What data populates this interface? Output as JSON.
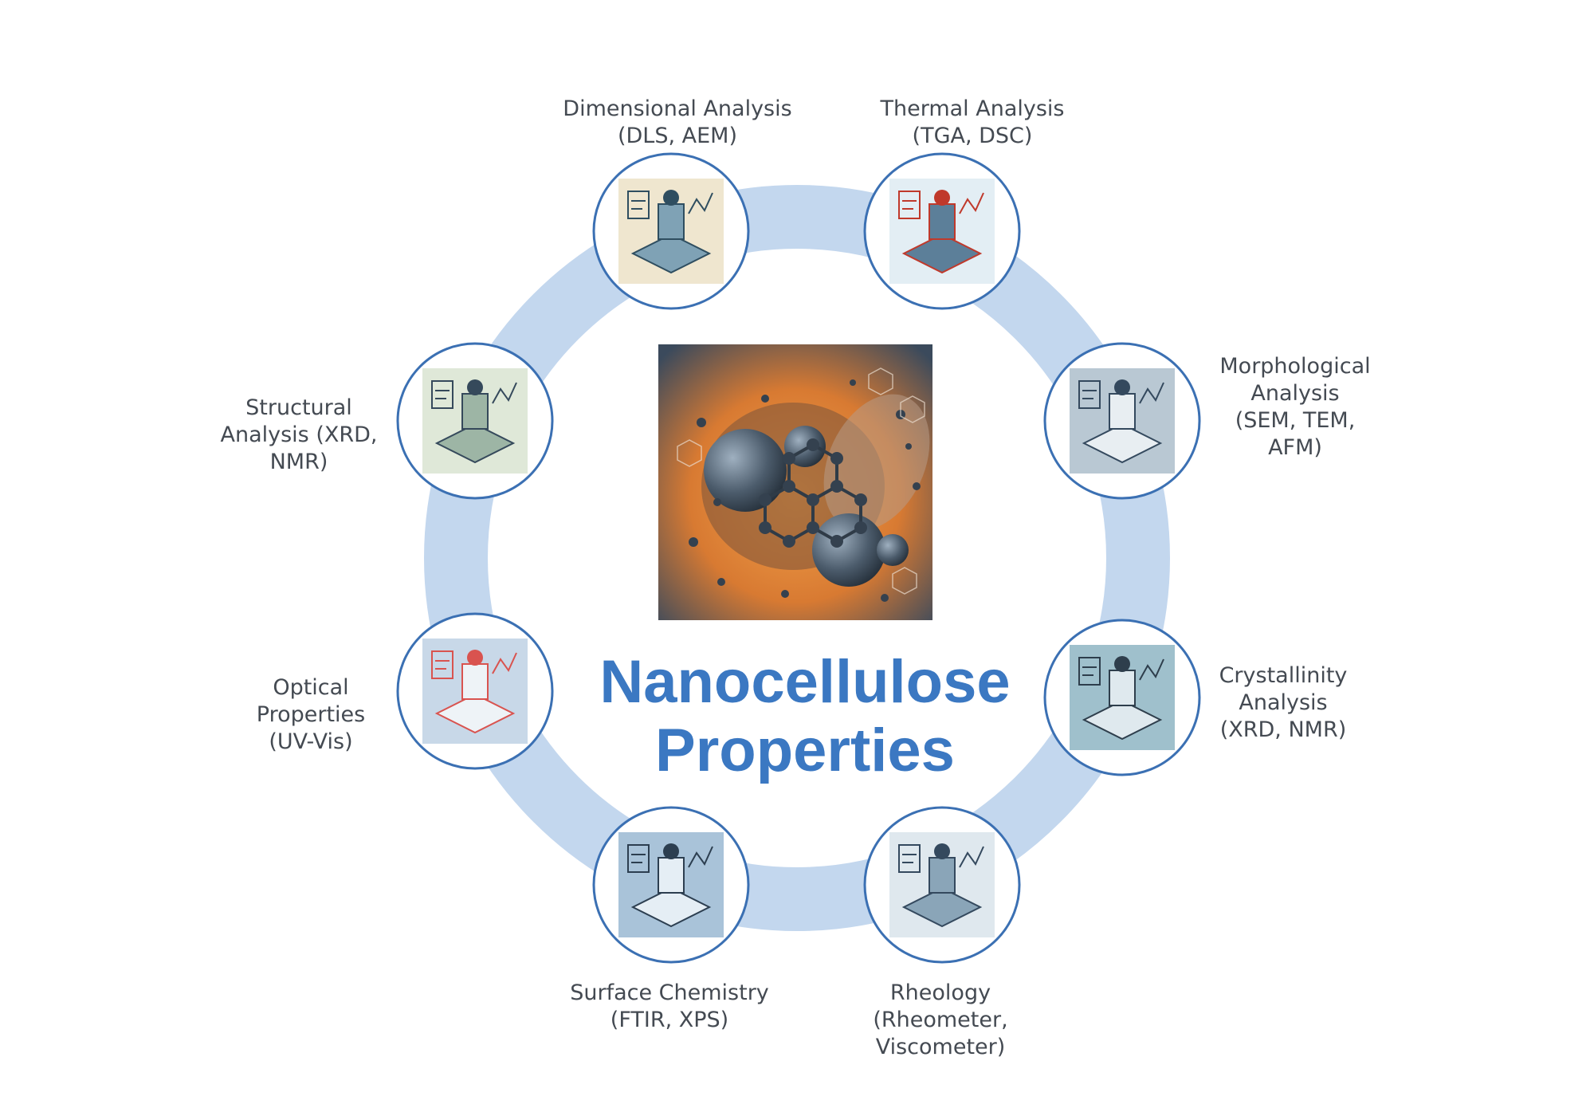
{
  "center": {
    "title_line1": "Nanocellulose",
    "title_line2": "Properties"
  },
  "colors": {
    "ring": "#c3d7ee",
    "node_border": "#3b70b3",
    "title": "#3b78c2",
    "label": "#444a52"
  },
  "nodes": [
    {
      "id": "dimensional",
      "label": "Dimensional Analysis\n(DLS, AEM)",
      "icon": "lab-bench-illustration"
    },
    {
      "id": "thermal",
      "label": "Thermal Analysis\n(TGA, DSC)",
      "icon": "thermal-analyzer-illustration"
    },
    {
      "id": "morphological",
      "label": "Morphological\nAnalysis\n(SEM, TEM,\nAFM)",
      "icon": "microscope-surface-illustration"
    },
    {
      "id": "crystallinity",
      "label": "Crystallinity\nAnalysis\n(XRD, NMR)",
      "icon": "crystal-diffraction-illustration"
    },
    {
      "id": "rheology",
      "label": "Rheology\n(Rheometer,\nViscometer)",
      "icon": "rheometer-illustration"
    },
    {
      "id": "surface",
      "label": "Surface Chemistry\n(FTIR, XPS)",
      "icon": "spectrometer-illustration"
    },
    {
      "id": "optical",
      "label": "Optical\nProperties\n(UV-Vis)",
      "icon": "uv-vis-instrument-illustration"
    },
    {
      "id": "structural",
      "label": "Structural\nAnalysis (XRD,\nNMR)",
      "icon": "diffractometer-illustration"
    }
  ]
}
